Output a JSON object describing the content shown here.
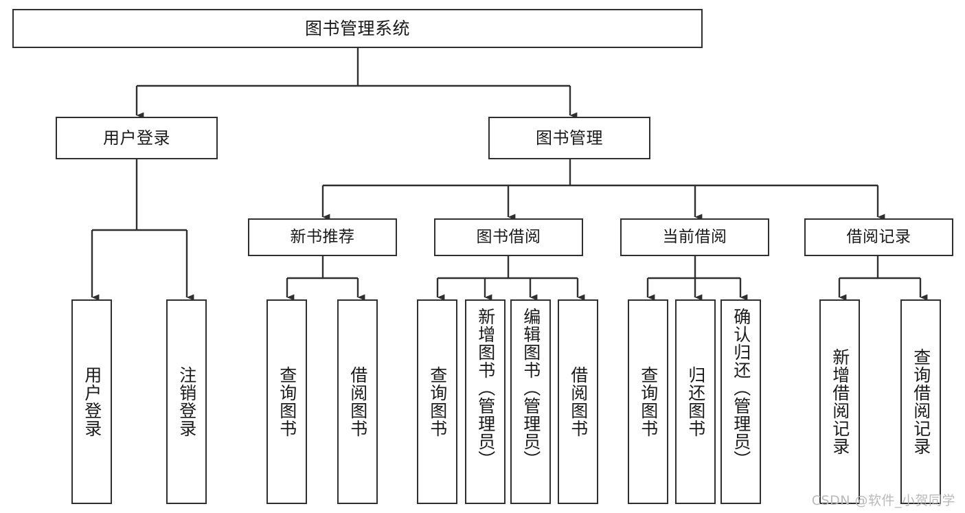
{
  "diagram": {
    "title": "图书管理系统",
    "type": "tree-hierarchy-chart",
    "line_color": "#2f2f2f",
    "box_fill": "#ffffff",
    "text_color": "#1a1a1a",
    "watermark": "CSDN @软件_小贺同学",
    "nodes": {
      "root": {
        "label": "图书管理系统"
      },
      "level2": [
        {
          "label": "用户登录"
        },
        {
          "label": "图书管理"
        }
      ],
      "level3": [
        {
          "label": "新书推荐"
        },
        {
          "label": "图书借阅"
        },
        {
          "label": "当前借阅"
        },
        {
          "label": "借阅记录"
        }
      ],
      "leaves": {
        "user_login": [
          {
            "label": "用户登录"
          },
          {
            "label": "注销登录"
          }
        ],
        "new_book_recommend": [
          {
            "label": "查询图书"
          },
          {
            "label": "借阅图书"
          }
        ],
        "book_borrow": [
          {
            "label": "查询图书"
          },
          {
            "label": "新增图书（管理员）"
          },
          {
            "label": "编辑图书（管理员）"
          },
          {
            "label": "借阅图书"
          }
        ],
        "current_borrow": [
          {
            "label": "查询图书"
          },
          {
            "label": "归还图书"
          },
          {
            "label": "确认归还（管理员）"
          }
        ],
        "borrow_record": [
          {
            "label": "新增借阅记录"
          },
          {
            "label": "查询借阅记录"
          }
        ]
      }
    }
  },
  "chart_data": {
    "type": "table",
    "title": "图书管理系统",
    "categories": [
      "用户登录",
      "图书管理"
    ],
    "series": [
      {
        "name": "用户登录",
        "values": [
          "用户登录",
          "注销登录"
        ]
      },
      {
        "name": "图书管理",
        "values": [
          "新书推荐",
          "图书借阅",
          "当前借阅",
          "借阅记录"
        ]
      },
      {
        "name": "新书推荐",
        "values": [
          "查询图书",
          "借阅图书"
        ]
      },
      {
        "name": "图书借阅",
        "values": [
          "查询图书",
          "新增图书（管理员）",
          "编辑图书（管理员）",
          "借阅图书"
        ]
      },
      {
        "name": "当前借阅",
        "values": [
          "查询图书",
          "归还图书",
          "确认归还（管理员）"
        ]
      },
      {
        "name": "借阅记录",
        "values": [
          "新增借阅记录",
          "查询借阅记录"
        ]
      }
    ]
  }
}
